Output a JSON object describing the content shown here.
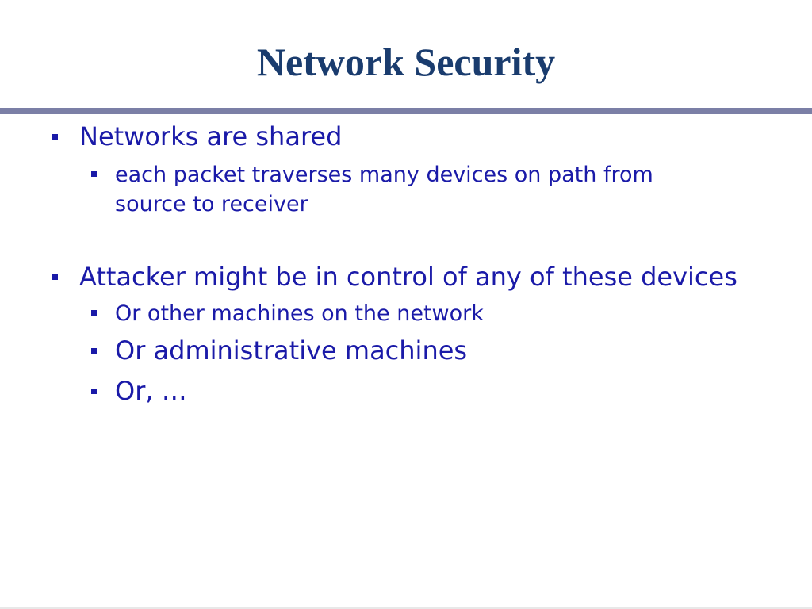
{
  "slide": {
    "title": "Network Security",
    "bullets": [
      {
        "text": "Networks are shared",
        "children": [
          {
            "text_line1": "each packet traverses many devices on path from",
            "text_line2": "source to receiver"
          }
        ]
      },
      {
        "text": "Attacker might be in control of any of these devices",
        "children": [
          {
            "text": "Or other machines on the network"
          },
          {
            "text": "Or administrative machines"
          },
          {
            "text": "Or, …"
          }
        ]
      }
    ]
  },
  "colors": {
    "title": "#1a3c6e",
    "body_text": "#1a1aa8",
    "rule": "#7b7fa6",
    "background": "#ffffff"
  }
}
